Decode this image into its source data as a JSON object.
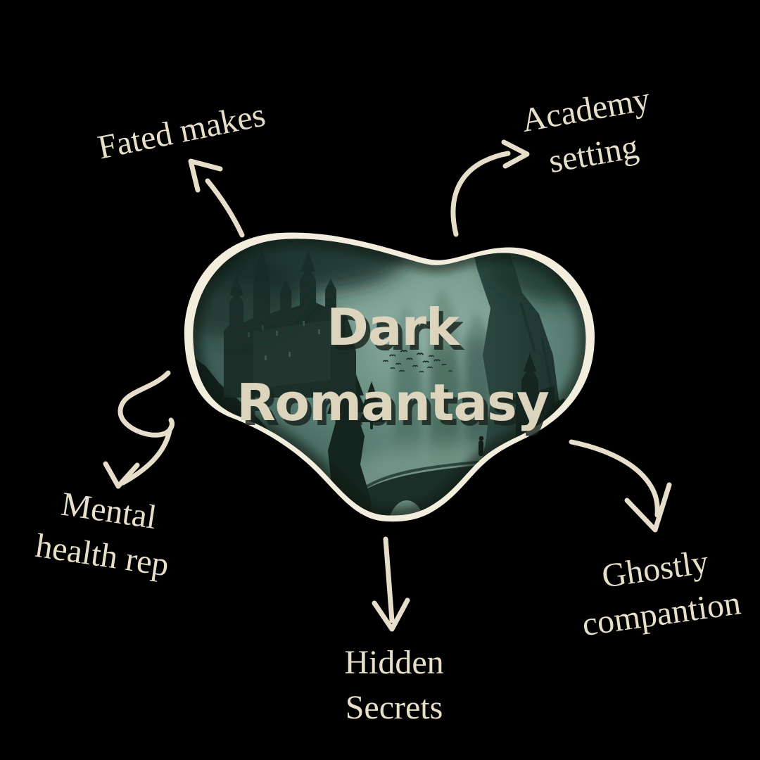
{
  "page": {
    "kind": "mind-map infographic",
    "background_color": "#000000"
  },
  "colors": {
    "label_text": "#e7dfca",
    "arrow_stroke": "#e6decb",
    "blob_border": "#f3edde",
    "title_text": "#ddd4be",
    "title_shadow": "#1a231f",
    "scene_mist_teal": "#86a89b",
    "scene_dark_teal": "#16271f"
  },
  "center_topic": {
    "lines": [
      "Dark",
      "Romantasy"
    ],
    "artwork": "dark misty castle on cliffs with stone bridge and flock of birds"
  },
  "nodes": [
    {
      "id": "fated-makes",
      "lines": [
        "Fated makes"
      ],
      "arrow": "straight-arrow-up-icon"
    },
    {
      "id": "academy-setting",
      "lines": [
        "Academy",
        "setting"
      ],
      "arrow": "curved-arrow-right-icon"
    },
    {
      "id": "mental-health-rep",
      "lines": [
        "Mental",
        "health rep"
      ],
      "arrow": "squiggle-arrow-down-icon"
    },
    {
      "id": "hidden-secrets",
      "lines": [
        "Hidden",
        "Secrets"
      ],
      "arrow": "straight-arrow-down-icon"
    },
    {
      "id": "ghostly-compantion",
      "lines": [
        "Ghostly",
        "compantion"
      ],
      "arrow": "curved-arrow-down-right-icon"
    }
  ]
}
